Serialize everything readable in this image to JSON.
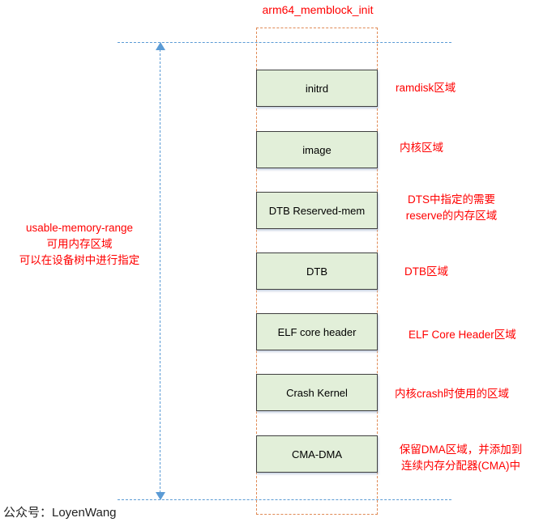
{
  "diagram": {
    "title": "arm64_memblock_init",
    "range_label": [
      "usable-memory-range",
      "可用内存区域",
      "可以在设备树中进行指定"
    ],
    "blocks": [
      {
        "label": "initrd",
        "note": [
          "ramdisk区域"
        ]
      },
      {
        "label": "image",
        "note": [
          "内核区域"
        ]
      },
      {
        "label": "DTB Reserved-mem",
        "note": [
          "DTS中指定的需要",
          "reserve的内存区域"
        ]
      },
      {
        "label": "DTB",
        "note": [
          "DTB区域"
        ]
      },
      {
        "label": "ELF core header",
        "note": [
          "ELF Core Header区域"
        ]
      },
      {
        "label": "Crash Kernel",
        "note": [
          "内核crash时使用的区域"
        ]
      },
      {
        "label": "CMA-DMA",
        "note": [
          "保留DMA区域，并添加到",
          "连续内存分配器(CMA)中"
        ]
      }
    ],
    "colors": {
      "note_text": "#ff0000",
      "block_fill": "#e2efd9",
      "block_border": "#3f3f3f",
      "range_lines": "#5b9bd5",
      "outer_box": "#e08a55"
    }
  },
  "footer": {
    "watermark": "公众号：LoyenWang"
  }
}
